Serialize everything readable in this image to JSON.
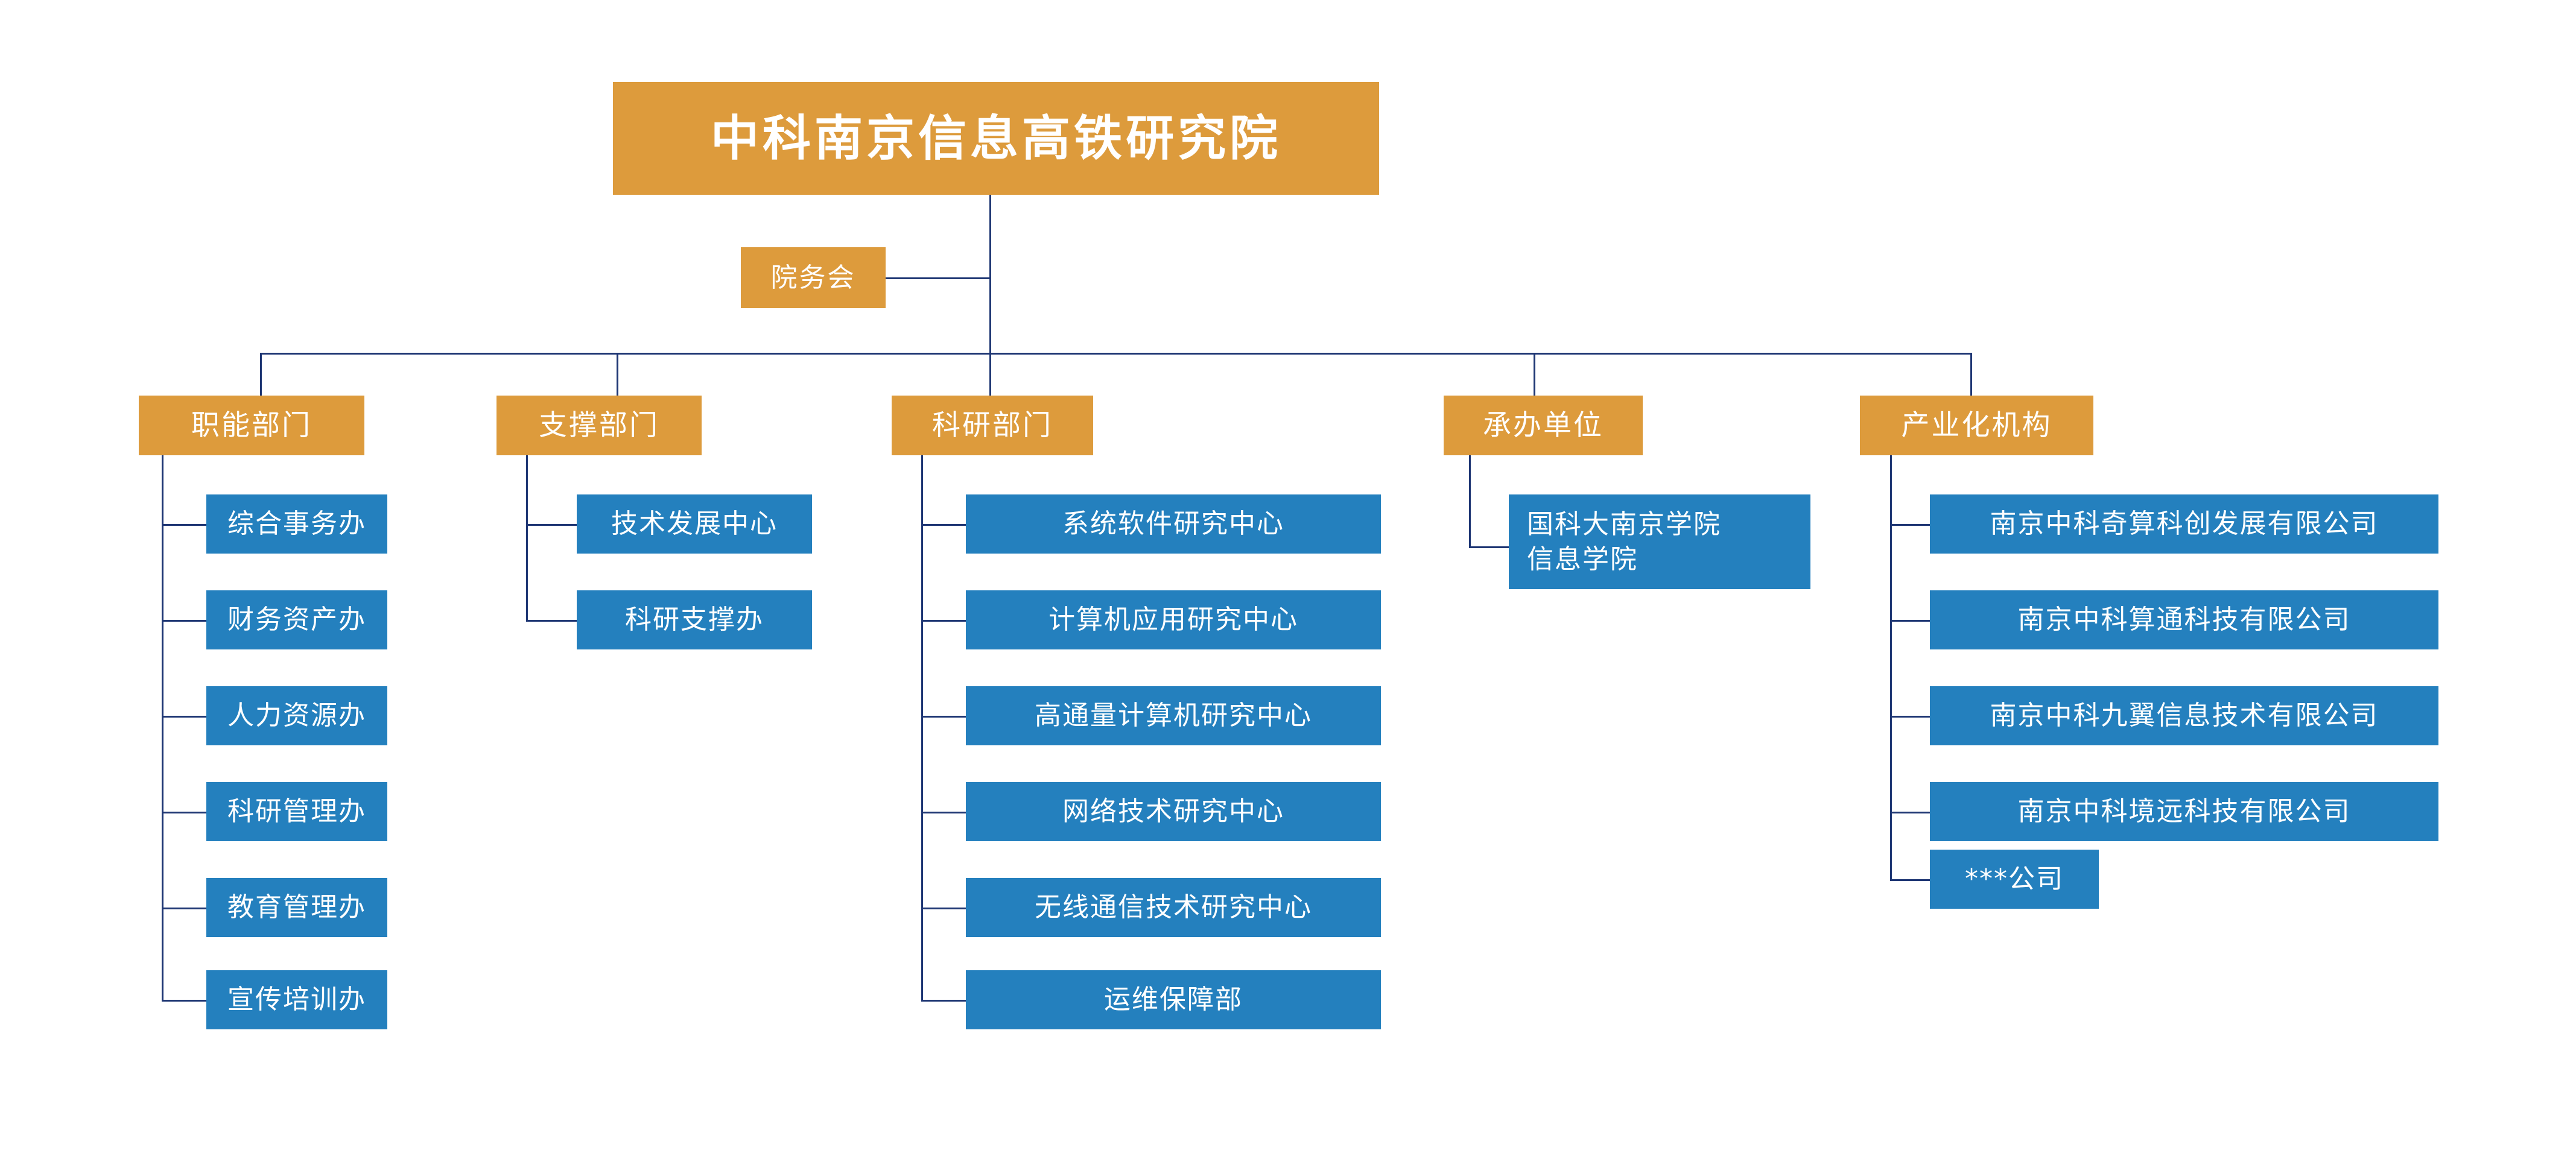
{
  "chart_data": {
    "type": "diagram",
    "subtype": "organization-chart",
    "title": "中科南京信息高铁研究院",
    "colors": {
      "orange": "#DD9B3C",
      "blue": "#2480BE",
      "connector": "#1F3774",
      "background": "#FFFFFF",
      "text": "#FFFFFF"
    },
    "root": {
      "label": "中科南京信息高铁研究院",
      "level": 0,
      "color": "orange"
    },
    "staff_node": {
      "label": "院务会",
      "level": 1,
      "color": "orange"
    },
    "branches": [
      {
        "label": "职能部门",
        "color": "orange",
        "children": [
          "综合事务办",
          "财务资产办",
          "人力资源办",
          "科研管理办",
          "教育管理办",
          "宣传培训办"
        ]
      },
      {
        "label": "支撑部门",
        "color": "orange",
        "children": [
          "技术发展中心",
          "科研支撑办"
        ]
      },
      {
        "label": "科研部门",
        "color": "orange",
        "children": [
          "系统软件研究中心",
          "计算机应用研究中心",
          "高通量计算机研究中心",
          "网络技术研究中心",
          "无线通信技术研究中心",
          "运维保障部"
        ]
      },
      {
        "label": "承办单位",
        "color": "orange",
        "children": [
          "国科大南京学院\n信息学院"
        ]
      },
      {
        "label": "产业化机构",
        "color": "orange",
        "children": [
          "南京中科奇算科创发展有限公司",
          "南京中科算通科技有限公司",
          "南京中科九翼信息技术有限公司",
          "南京中科境远科技有限公司",
          "***公司"
        ]
      }
    ]
  },
  "diagram": {
    "root": {
      "label": "中科南京信息高铁研究院"
    },
    "council": {
      "label": "院务会"
    },
    "g0": {
      "label": "职能部门",
      "c0": "综合事务办",
      "c1": "财务资产办",
      "c2": "人力资源办",
      "c3": "科研管理办",
      "c4": "教育管理办",
      "c5": "宣传培训办"
    },
    "g1": {
      "label": "支撑部门",
      "c0": "技术发展中心",
      "c1": "科研支撑办"
    },
    "g2": {
      "label": "科研部门",
      "c0": "系统软件研究中心",
      "c1": "计算机应用研究中心",
      "c2": "高通量计算机研究中心",
      "c3": "网络技术研究中心",
      "c4": "无线通信技术研究中心",
      "c5": "运维保障部"
    },
    "g3": {
      "label": "承办单位",
      "c0": "国科大南京学院\n信息学院"
    },
    "g4": {
      "label": "产业化机构",
      "c0": "南京中科奇算科创发展有限公司",
      "c1": "南京中科算通科技有限公司",
      "c2": "南京中科九翼信息技术有限公司",
      "c3": "南京中科境远科技有限公司",
      "c4": "***公司"
    }
  }
}
